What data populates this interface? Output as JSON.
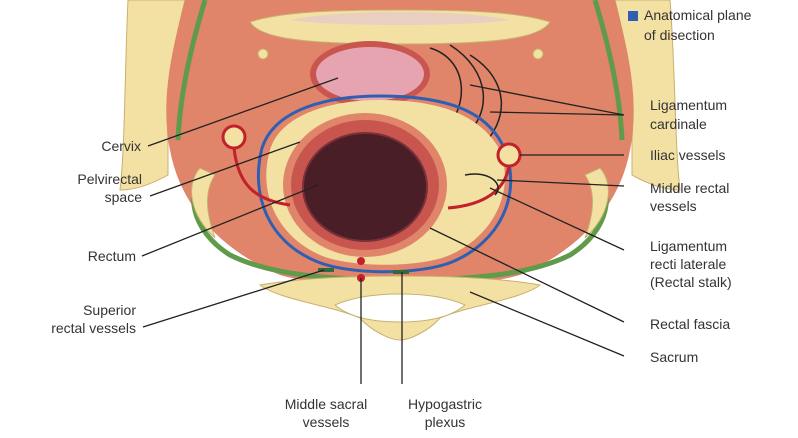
{
  "legend": {
    "swatch_color": "#2f5fb3",
    "line1": "Anatomical plane",
    "line2": "of disection"
  },
  "labels": {
    "cervix": "Cervix",
    "pelvirectal_1": "Pelvirectal",
    "pelvirectal_2": "space",
    "rectum": "Rectum",
    "superior_rectal_1": "Superior",
    "superior_rectal_2": "rectal vessels",
    "middle_sacral_1": "Middle sacral",
    "middle_sacral_2": "vessels",
    "hypogastric_1": "Hypogastric",
    "hypogastric_2": "plexus",
    "lig_cardinale_1": "Ligamentum",
    "lig_cardinale_2": "cardinale",
    "iliac": "Iliac vessels",
    "middle_rectal_1": "Middle rectal",
    "middle_rectal_2": "vessels",
    "lig_recti_1": "Ligamentum",
    "lig_recti_2": "recti laterale",
    "lig_recti_3": "(Rectal stalk)",
    "rectal_fascia": "Rectal fascia",
    "sacrum": "Sacrum"
  },
  "colors": {
    "tissue": "#e0846a",
    "bone": "#f3e1a3",
    "fascia_green": "#5f9b4a",
    "plane_blue": "#2f5fb3",
    "vessel_red": "#c2202a",
    "rectal_wall": "#c9564e",
    "lumen": "#4a1e26",
    "cervix": "#e6a4b0"
  }
}
